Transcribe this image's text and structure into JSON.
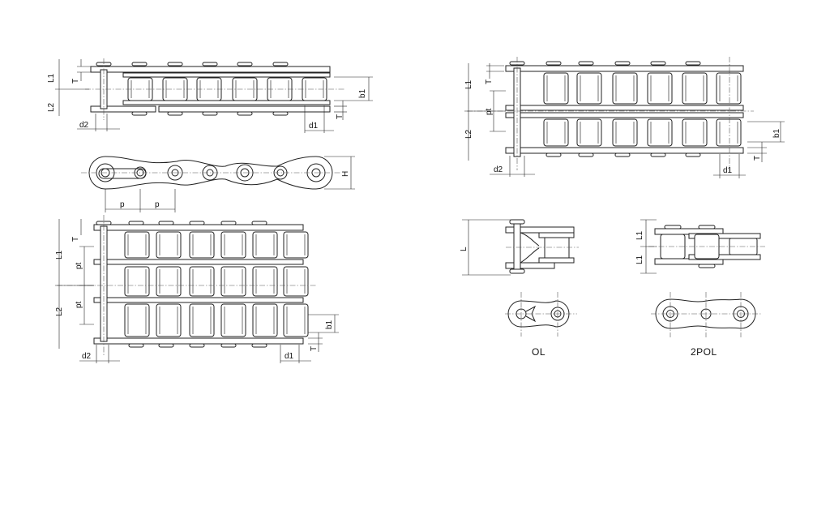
{
  "colors": {
    "line": "#222222",
    "background": "#ffffff"
  },
  "labels": {
    "L1": "L1",
    "L2": "L2",
    "T": "T",
    "b1": "b1",
    "d1": "d1",
    "d2": "d2",
    "p": "p",
    "pt": "pt",
    "H": "H",
    "L": "L"
  },
  "captions": {
    "offset_link": "OL",
    "double_offset_link": "2POL"
  }
}
